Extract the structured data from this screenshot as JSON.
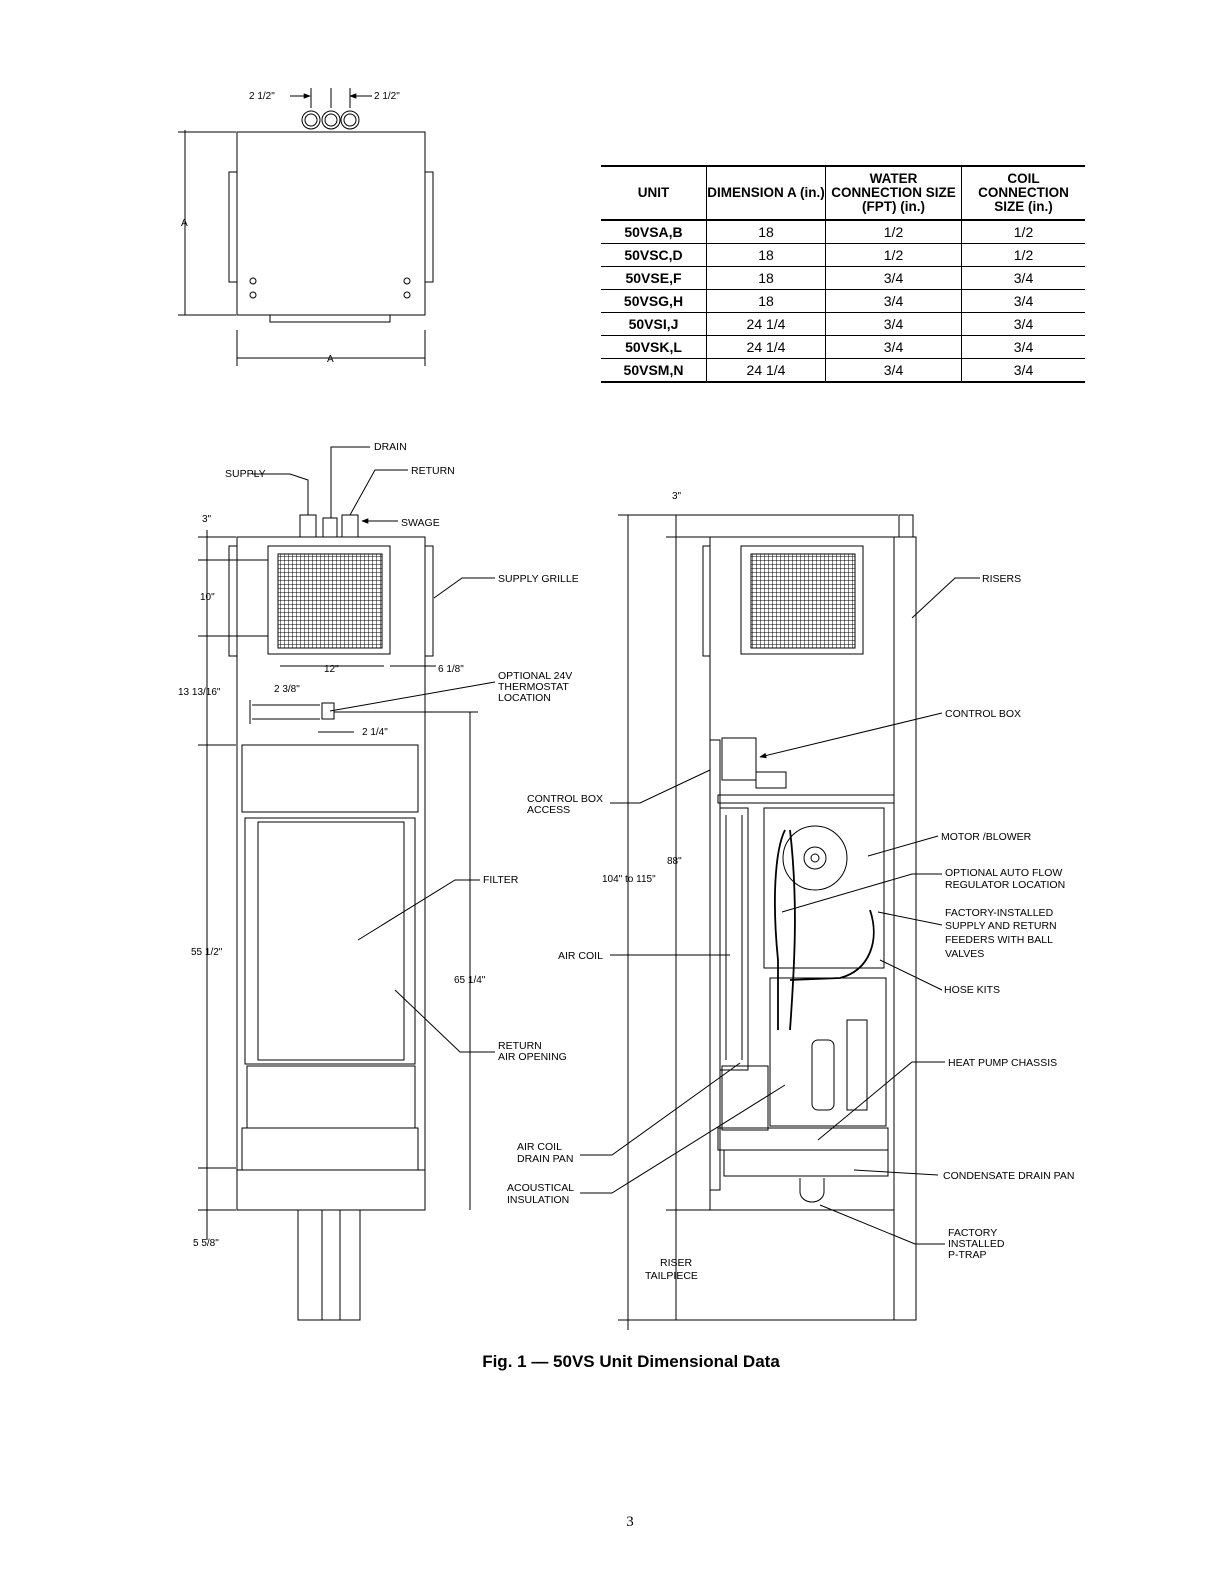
{
  "top_view": {
    "dim_left": "2 1/2\"",
    "dim_right": "2 1/2\"",
    "dim_a_side": "A",
    "dim_a_bottom": "A"
  },
  "table": {
    "headers": [
      "UNIT",
      "DIMENSION A (in.)",
      "WATER CONNECTION SIZE (FPT) (in.)",
      "COIL CONNECTION SIZE (in.)"
    ],
    "rows": [
      {
        "unit": "50VSA,B",
        "dim": "18",
        "water": "1/2",
        "coil": "1/2"
      },
      {
        "unit": "50VSC,D",
        "dim": "18",
        "water": "1/2",
        "coil": "1/2"
      },
      {
        "unit": "50VSE,F",
        "dim": "18",
        "water": "3/4",
        "coil": "3/4"
      },
      {
        "unit": "50VSG,H",
        "dim": "18",
        "water": "3/4",
        "coil": "3/4"
      },
      {
        "unit": "50VSI,J",
        "dim": "24 1/4",
        "water": "3/4",
        "coil": "3/4"
      },
      {
        "unit": "50VSK,L",
        "dim": "24 1/4",
        "water": "3/4",
        "coil": "3/4"
      },
      {
        "unit": "50VSM,N",
        "dim": "24 1/4",
        "water": "3/4",
        "coil": "3/4"
      }
    ]
  },
  "front_view": {
    "drain": "DRAIN",
    "supply": "SUPPLY",
    "return": "RETURN",
    "swage": "SWAGE",
    "supply_grille": "SUPPLY GRILLE",
    "thermostat": [
      "OPTIONAL 24V",
      "THERMOSTAT",
      "LOCATION"
    ],
    "filter": "FILTER",
    "return_air": [
      "RETURN",
      "AIR OPENING"
    ],
    "dims": {
      "d3": "3\"",
      "d10": "10\"",
      "d12": "12\"",
      "d618": "6 1/8\"",
      "d1313": "13 13/16\"",
      "d238": "2 3/8\"",
      "d214": "2 1/4\"",
      "d5512": "55 1/2\"",
      "d6514": "65 1/4\"",
      "d558": "5 5/8\""
    }
  },
  "side_view": {
    "d3": "3\"",
    "d88": "88\"",
    "d104": "104\" to 115\"",
    "risers": "RISERS",
    "control_box": "CONTROL BOX",
    "control_box_access": [
      "CONTROL BOX",
      "ACCESS"
    ],
    "motor_blower": "MOTOR /BLOWER",
    "auto_flow": [
      "OPTIONAL AUTO FLOW",
      "REGULATOR LOCATION"
    ],
    "feeders": [
      "FACTORY-INSTALLED",
      "SUPPLY AND RETURN",
      "FEEDERS WITH BALL",
      "VALVES"
    ],
    "air_coil": "AIR COIL",
    "hose_kits": "HOSE KITS",
    "heat_pump": "HEAT PUMP CHASSIS",
    "air_coil_drain": [
      "AIR COIL",
      "DRAIN PAN"
    ],
    "acoustical": [
      "ACOUSTICAL",
      "INSULATION"
    ],
    "condensate": "CONDENSATE DRAIN PAN",
    "ptrap": [
      "FACTORY",
      "INSTALLED",
      "P-TRAP"
    ],
    "riser_tail": [
      "RISER",
      "TAILPIECE"
    ]
  },
  "caption": "Fig. 1 — 50VS Unit Dimensional Data",
  "page_number": "3"
}
